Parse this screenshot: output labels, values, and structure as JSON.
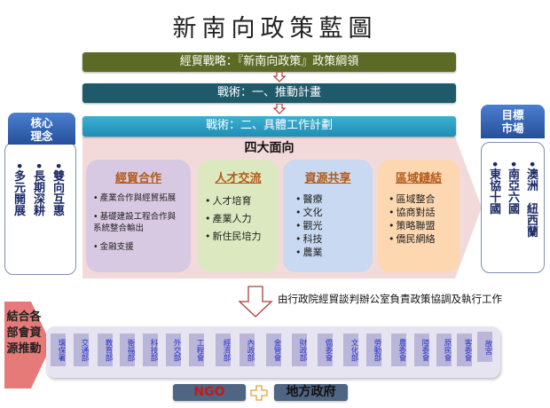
{
  "title": "新南向政策藍圖",
  "strategy_bar": "經貿戰略：『新南向政策』政策綱領",
  "tactic1_bar": "戰術：一、推動計畫",
  "tactic2_bar": "戰術：二、具體工作計劃",
  "four_aspects": {
    "title": "四大面向",
    "cards": [
      {
        "title": "經貿合作",
        "items": [
          "產業合作與經貿拓展",
          "基礎建設工程合作與系統整合輸出",
          "金融支援"
        ],
        "color": "#d8c9e3"
      },
      {
        "title": "人才交流",
        "items": [
          "人才培育",
          "產業人力",
          "新住民培力"
        ],
        "color": "#dce9c0"
      },
      {
        "title": "資源共享",
        "items": [
          "醫療",
          "文化",
          "觀光",
          "科技",
          "農業"
        ],
        "color": "#c9d9f1"
      },
      {
        "title": "區域鏈結",
        "items": [
          "區域整合",
          "協商對話",
          "策略聯盟",
          "僑民網絡"
        ],
        "color": "#fcd7b0"
      }
    ]
  },
  "core_concepts": {
    "title": "核心理念",
    "items": [
      "雙向互惠",
      "長期深耕",
      "多元開展"
    ]
  },
  "target_markets": {
    "title": "目標市場",
    "items": [
      "澳洲　紐西蘭",
      "南亞六國",
      "東協十國"
    ]
  },
  "coordination_text": "由行政院經貿談判辦公室負責政策協調及執行工作",
  "resource_label": "結合各部會資源推動",
  "agencies": [
    "環保署",
    "交通部",
    "教育部",
    "衛福部",
    "科技部",
    "外交部",
    "工程會",
    "經濟部",
    "內政部",
    "金管會",
    "財政部",
    "僑委會",
    "文化部",
    "勞動部",
    "農委會",
    "陸委會",
    "原民會",
    "客委會",
    "故宮"
  ],
  "partners": {
    "ngo": "NGO",
    "local_gov": "地方政府"
  },
  "colors": {
    "strategy": "#5b6b26",
    "tactic1": "#1f5a6b",
    "tactic2": "#2ea3c8",
    "pink_area": "#f3d9d9",
    "side_head": "#2f5ea8",
    "arrow_outline": "#a8403c"
  }
}
